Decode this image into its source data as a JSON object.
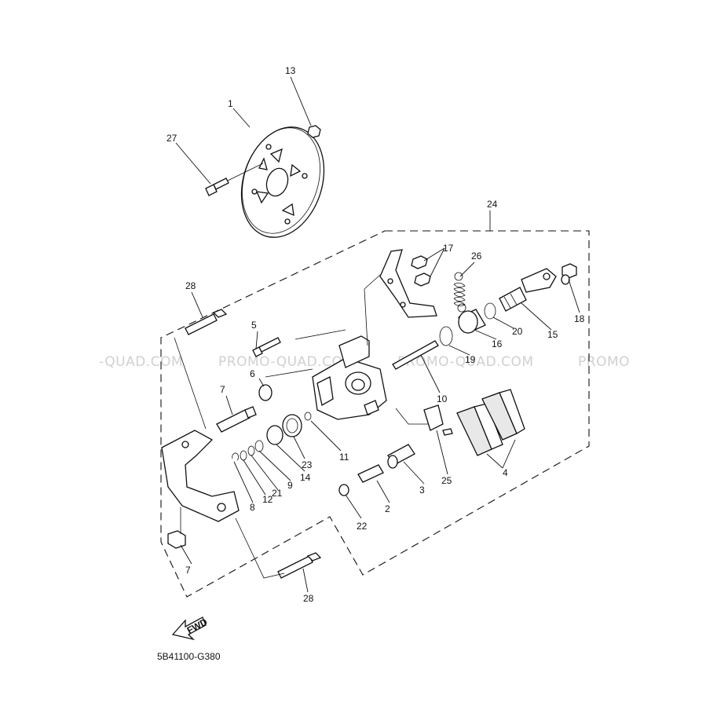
{
  "diagram": {
    "part_code": "5B41100-G380",
    "fwd_label": "FWD",
    "watermarks": [
      "-QUAD.COM",
      "PROMO-QUAD.COM",
      "PROMO-QUAD.COM",
      "PROMO"
    ],
    "callouts": [
      "1",
      "2",
      "3",
      "4",
      "5",
      "6",
      "7",
      "7",
      "8",
      "9",
      "10",
      "11",
      "12",
      "13",
      "14",
      "15",
      "16",
      "17",
      "18",
      "19",
      "20",
      "21",
      "22",
      "23",
      "24",
      "25",
      "26",
      "27",
      "28",
      "28"
    ]
  }
}
